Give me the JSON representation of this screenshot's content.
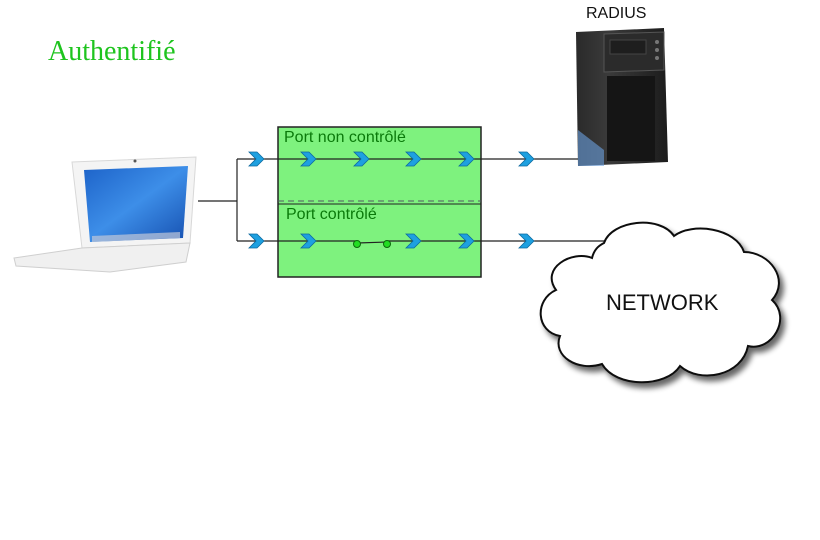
{
  "title": "Authentifié",
  "radius": {
    "label": "RADIUS",
    "icon": "server-tower"
  },
  "client": {
    "icon": "laptop"
  },
  "ports": {
    "uncontrolled": {
      "label": "Port non contrôlé"
    },
    "controlled": {
      "label": "Port contrôlé",
      "switch_state": "closed"
    }
  },
  "network": {
    "label": "NETWORK",
    "icon": "cloud"
  },
  "colors": {
    "title": "#1ec41e",
    "port_fill": "#7ef27e",
    "arrow": "#1ea0e0",
    "switch_node": "#22dd22"
  }
}
